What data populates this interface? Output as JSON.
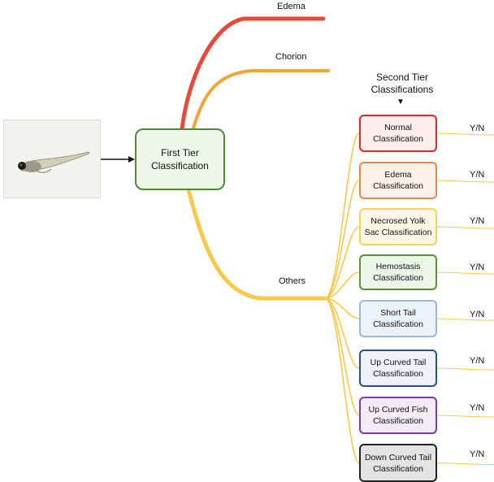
{
  "first_tier": {
    "label": "First Tier Classification"
  },
  "branches": {
    "edema": "Edema",
    "chorion": "Chorion",
    "others": "Others"
  },
  "second_tier": {
    "title": "Second Tier Classifications",
    "arrow": "▼"
  },
  "classifications": [
    {
      "label": "Normal Classification",
      "border": "#d92b2b",
      "fill": "#fdeeee",
      "answer": "Y/N"
    },
    {
      "label": "Edema Classification",
      "border": "#e8884a",
      "fill": "#fdf1ea",
      "answer": "Y/N"
    },
    {
      "label": "Necrosed Yolk Sac Classification",
      "border": "#f2d45c",
      "fill": "#fdf8e4",
      "answer": "Y/N"
    },
    {
      "label": "Hemostasis Classification",
      "border": "#5b8f3a",
      "fill": "#eef6ea",
      "answer": "Y/N"
    },
    {
      "label": "Short Tail Classification",
      "border": "#98b8de",
      "fill": "#eef3fb",
      "answer": "Y/N"
    },
    {
      "label": "Up Curved Tail Classification",
      "border": "#2c4f86",
      "fill": "#eef2f8",
      "answer": "Y/N"
    },
    {
      "label": "Up Curved Fish Classification",
      "border": "#7a3fa0",
      "fill": "#f3ecf8",
      "answer": "Y/N"
    },
    {
      "label": "Down Curved Tail Classification",
      "border": "#222222",
      "fill": "#e3e3e3",
      "answer": "Y/N"
    }
  ],
  "colors": {
    "edema_branch": "#e84a3a",
    "chorion_branch": "#f0a43a",
    "others_branch": "#f6c94a"
  }
}
